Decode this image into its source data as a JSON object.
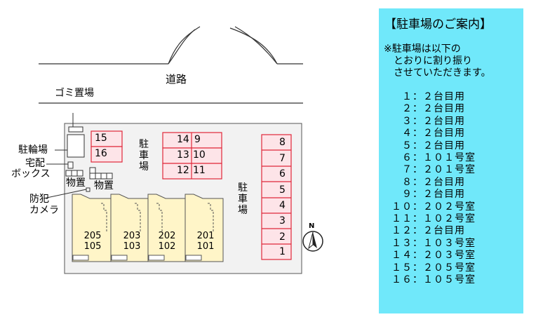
{
  "road_label": "道路",
  "labels": {
    "garbage": "ゴミ置場",
    "bicycle": "駐輪場",
    "delivery_1": "宅配",
    "delivery_2": "ボックス",
    "storage_1": "物置",
    "storage_2": "物置",
    "camera_1": "防犯",
    "camera_2": "カメラ",
    "parking_a": "駐車場",
    "parking_b": "駐車場"
  },
  "north": "N",
  "slots": {
    "s15": "15",
    "s16": "16",
    "s14": "14",
    "s9": "9",
    "s13": "13",
    "s10": "10",
    "s12": "12",
    "s11": "11",
    "s8": "8",
    "s7": "7",
    "s6": "6",
    "s5": "5",
    "s4": "4",
    "s3": "3",
    "s2": "2",
    "s1": "1"
  },
  "units": [
    {
      "upper": "205",
      "lower": "105"
    },
    {
      "upper": "203",
      "lower": "103"
    },
    {
      "upper": "202",
      "lower": "102"
    },
    {
      "upper": "201",
      "lower": "101"
    }
  ],
  "guide": {
    "title": "【駐車場のご案内】",
    "note_lines": [
      "※駐車場は以下の",
      "　とおりに割り振り",
      "　させていただきます。"
    ],
    "assignments": [
      "　１：２台目用",
      "　２：２台目用",
      "　３：２台目用",
      "　４：２台目用",
      "　５：２台目用",
      "　６：１０１号室",
      "　７：２０１号室",
      "　８：２台目用",
      "　９：２台目用",
      "１０：２０２号室",
      "１１：１０２号室",
      "１２：２台目用",
      "１３：１０３号室",
      "１４：２０３号室",
      "１５：２０５号室",
      "１６：１０５号室"
    ]
  },
  "colors": {
    "unit_fill": "#fff5c8",
    "parking_stroke": "#e0283a",
    "parking_fill": "#fde4e8",
    "guide_bg": "#70e8fa"
  }
}
